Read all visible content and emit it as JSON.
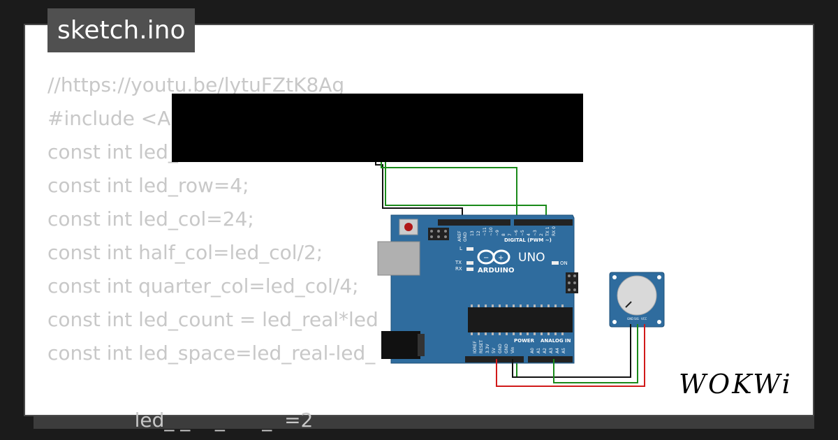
{
  "tab": {
    "title": "sketch.ino"
  },
  "code_lines": [
    "//https://youtu.be/lytuFZtK8Ag",
    "#include <A",
    "const int led_",
    "const int led_row=4;",
    "const int led_col=24;",
    "const int half_col=led_col/2;",
    "const int quarter_col=led_col/4;",
    "const int led_count = led_real*led",
    "const int led_space=led_real-led_",
    "",
    "              led_ _    _      _  =2"
  ],
  "board": {
    "brand": "ARDUINO",
    "model": "UNO",
    "digital_header": "DIGITAL (PWM ~)",
    "power_label": "POWER",
    "analog_label": "ANALOG IN",
    "aref": "AREF",
    "gnd": "GND",
    "l_led": "L",
    "tx": "TX",
    "rx": "RX",
    "on": "ON",
    "pins_top": [
      "13",
      "12",
      "~11",
      "~10",
      "~9",
      "8",
      "7",
      "~6",
      "~5",
      "4",
      "~3",
      "2",
      "TX 1",
      "RX 0"
    ],
    "pins_power": [
      "IOREF",
      "RESET",
      "3.3V",
      "5V",
      "GND",
      "GND",
      "Vin"
    ],
    "pins_analog": [
      "A0",
      "A1",
      "A2",
      "A3",
      "A4",
      "A5"
    ]
  },
  "potentiometer": {
    "pins": [
      "GND",
      "SIG",
      "VCC"
    ]
  },
  "colors": {
    "wire_green": "#1a8a1a",
    "wire_black": "#111111",
    "wire_red": "#d11a1a",
    "board_blue": "#2f6c9e"
  },
  "logo": {
    "text": "WOKWi"
  }
}
